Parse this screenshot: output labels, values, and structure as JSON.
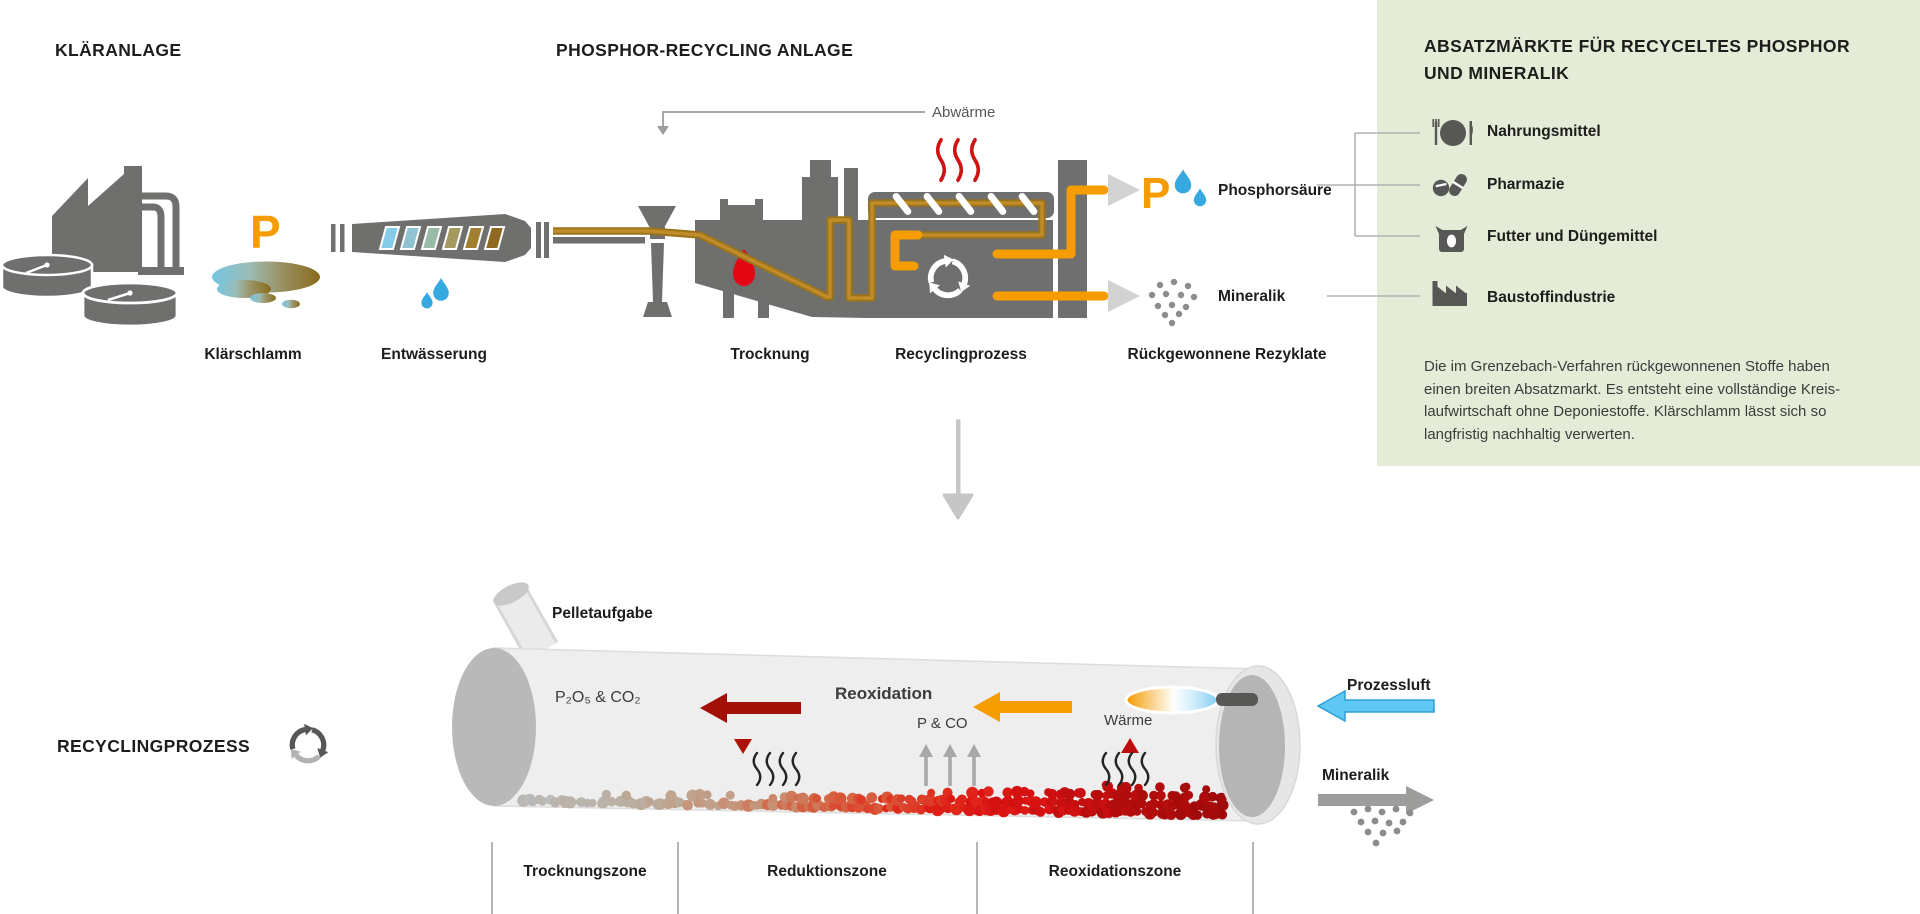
{
  "sections": {
    "klaeranlage": {
      "title": "KLÄRANLAGE",
      "phosphor_symbol": "P",
      "captions": {
        "klaerschlamm": "Klärschlamm",
        "entwaesserung": "Entwässerung"
      }
    },
    "recycling_anlage": {
      "title": "PHOSPHOR-RECYCLING ANLAGE",
      "abwaerme_label": "Abwärme",
      "captions": {
        "trocknung": "Trocknung",
        "recyclingprozess": "Recyclingprozess",
        "rueckgewonnene_rezyklate": "Rückgewonnene Rezyklate"
      },
      "outputs": {
        "phosphor_symbol": "P",
        "phosphorsaeure": "Phosphorsäure",
        "mineralik": "Mineralik"
      }
    },
    "absatzmaerkte": {
      "title": "ABSATZMÄRKTE FÜR RECYCELTES PHOSPHOR\nUND MINERALIK",
      "items": [
        {
          "icon": "cutlery-plate-icon",
          "label": "Nahrungsmittel"
        },
        {
          "icon": "pills-icon",
          "label": "Pharmazie"
        },
        {
          "icon": "feed-sack-icon",
          "label": "Futter und Düngemittel"
        },
        {
          "icon": "factory-icon",
          "label": "Baustoffindustrie"
        }
      ],
      "description": "Die im Grenzebach-Verfahren rückgewonnenen Stoffe haben\neinen breiten Absatzmarkt. Es entsteht eine vollständige Kreis-\nlaufwirtschaft ohne Deponiestoffe. Klärschlamm lässt sich so\nlangfristig nachhaltig verwerten."
    },
    "recyclingprozess": {
      "title": "RECYCLINGPROZESS",
      "labels": {
        "pelletaufgabe": "Pelletaufgabe",
        "p2o5_co2": "P₂O₅ & CO₂",
        "reoxidation": "Reoxidation",
        "p_co": "P & CO",
        "waerme": "Wärme",
        "prozessluft": "Prozessluft",
        "mineralik": "Mineralik"
      },
      "zones": [
        "Trocknungszone",
        "Reduktionszone",
        "Reoxidationszone"
      ]
    }
  },
  "colors": {
    "accent_orange": "#f59c00",
    "pipe_ochre": "#b5831f",
    "machine_gray": "#706f6f",
    "panel_green": "#e4ecd8",
    "water_blue": "#36a9e1",
    "process_air_blue": "#5ec7f3",
    "flame_red": "#e30613",
    "dark_red_arrow": "#a21008",
    "pellet_dark_red": "#b30d0d",
    "kiln_light_gray": "#eeeeee"
  }
}
